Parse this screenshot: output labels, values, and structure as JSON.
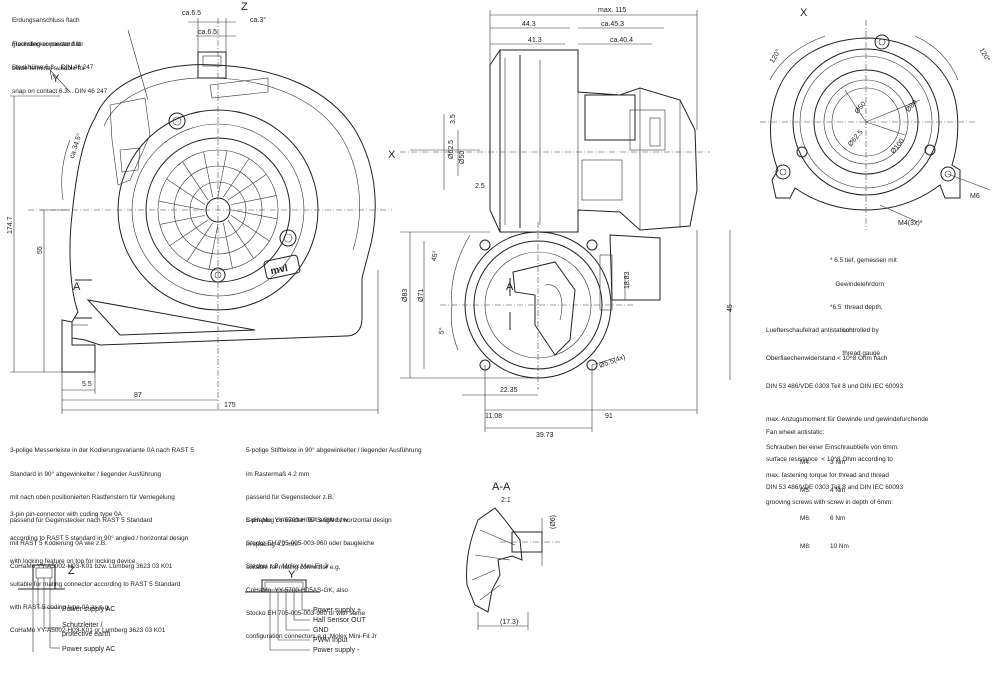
{
  "corner_note_de": [
    "Erdungsanschluss flach",
    "Flachstecker passend für",
    "Steckhülse 6.3... DIN 46 247"
  ],
  "corner_note_en": [
    "grounding connector flat",
    "blade terminal suitable for",
    "snap on contact 6.3... DIN 46 247"
  ],
  "dims_front": {
    "ca65": "ca.6.5",
    "z": "Z",
    "ca3deg": "ca.3°",
    "ca65b": "ca.6.5",
    "y": "Y",
    "ca345": "ca.34.5°",
    "d1747": "174.7",
    "d55": "55",
    "a": "A",
    "d55b": "5.5",
    "d87": "87",
    "d175": "175",
    "logo": "mvl"
  },
  "dims_side": {
    "max115": "max. 115",
    "d443": "44.3",
    "ca453": "ca.45.3",
    "d413": "41.3",
    "ca404": "ca.40.4",
    "x": "X",
    "d35": "3.5",
    "d625": "Ø62.5",
    "d50": "Ø50",
    "d25": "2.5",
    "d45deg": "45°",
    "d83": "Ø83",
    "d71": "Ø71",
    "a": "A",
    "d1883": "18.83",
    "d45": "45",
    "d5deg": "5°",
    "d55holes": "Ø5.5(4x)",
    "d2235": "22.35",
    "d1108": "11.08",
    "d91": "91",
    "d3973": "39.73"
  },
  "dims_x": {
    "x": "X",
    "deg120a": "120°",
    "deg120b": "120°",
    "d50": "Ø50",
    "d80": "Ø80",
    "d625": "Ø62.5",
    "d100": "Ø100",
    "m6": "M6",
    "m4": "M4(3x)*"
  },
  "section": {
    "title": "A-A",
    "scale": "2:1",
    "d6": "(Ø6)",
    "d173": "(17.3)"
  },
  "notes_right": {
    "thread_depth": [
      "* 6.5 tief, gemessen mit",
      "   Gewindelehrdorn",
      "*6.5  thread depth,",
      "       controlled by",
      "       thread gauge"
    ],
    "antistatic": [
      "Luefterschaufelrad antistatisch:",
      "Oberflaechenwiderstand < 10^8 Ohm nach",
      "DIN 53 486/VDE 0303 Teil 8 und DIN IEC 60093",
      "",
      "Fan wheel antistatic:",
      "surface resistance  < 10^8 Ohm according to",
      "DIN 53 486/VDE 0303 Teil 8 and DIN IEC 60093"
    ],
    "torque": [
      "max. Anzugsmoment für Gewinde und gewindefurchende",
      "Schrauben bei einer Einschraubtiefe von 6mm:",
      "max. fastening torque for thread and thread",
      "grooving screws with screw in depth of 6mm:"
    ],
    "torque_table": [
      [
        "M4:",
        "3 Nm"
      ],
      [
        "M5:",
        "4 Nm"
      ],
      [
        "M6:",
        "6 Nm"
      ],
      [
        "M8:",
        "10 Nm"
      ]
    ]
  },
  "notes_bottom": {
    "conn3_de": [
      "3-polige Messerleiste in der Kodierungsvariante 0A nach RAST 5",
      "Standard in 90° abgewinkelter / liegender Ausführung",
      "mit nach oben positionierten Rastfenstern für Verriegelung",
      "passend für Gegenstecker nach RAST 5 Standard",
      "mit RAST 5 Kodierung 0A wie z.B.",
      "CoHaMo YY-A5002-H03-K01 bzw. Lumberg 3623 03 K01"
    ],
    "conn3_en": [
      "3-pin pin-connector with coding type 0A",
      "according to RAST 5 standard in 90° angled / horizontal design",
      "with locking feature on top for locking device.",
      "suitable for mating connector according to RAST 5 Standard",
      "with RAST 5 coding type 0A as e.g.",
      "CoHaMo YY-A5002-H03-K01 or Lumberg 3623 03 K01"
    ],
    "conn5_de": [
      "5-polige Stiftleiste in 90° abgewinkelter / liegender Ausführung",
      "im Rastermaß 4.2 mm",
      "passend für Gegenstecker z.B.",
      "CoHaMo  YY-5700-H05AS-GW bzw.",
      "Stocko EH 705-005-003-960 oder baugleiche",
      "Stecker z.B. Molex Mini-Fit Jr"
    ],
    "conn5_en": [
      "5-pin plug connector  90° angled / horizontal design",
      "in spacing 4.2 mm",
      "suitable for mating connector e.g.",
      "CoHaMo  YY-5700-H05AS-GK, also",
      "Stocko EH 705-005-003-960 or with same",
      "configuration connectors e.g. Molex Mini-Fit Jr"
    ]
  },
  "pinout_z": {
    "label": "Z",
    "pins": [
      "Power supply AC",
      "Schutzleiter /",
      "protective earth",
      "Power supply AC"
    ]
  },
  "pinout_y": {
    "label": "Y",
    "pins": [
      "Power supply +",
      "Hall Sensor OUT",
      "GND",
      "PWM Input",
      "Power supply -"
    ]
  }
}
